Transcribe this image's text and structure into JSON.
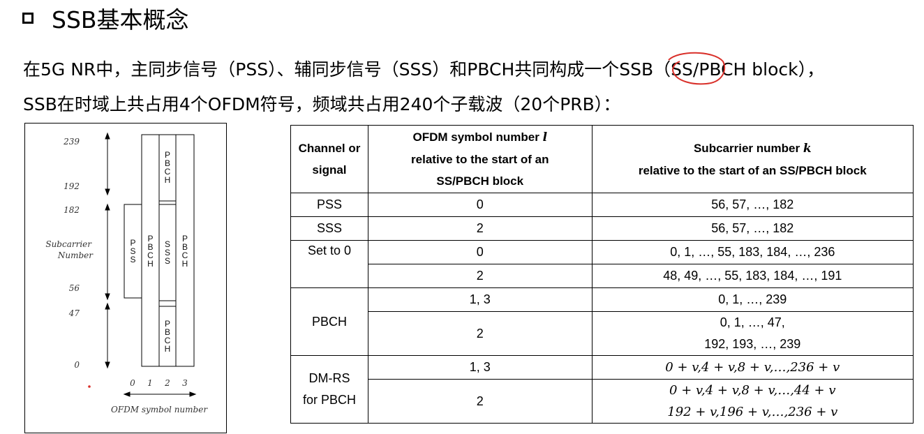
{
  "title": "SSB基本概念",
  "paragraph": {
    "line1": "在5G NR中，主同步信号（PSS）、辅同步信号（SSS）和PBCH共同构成一个SSB（SS/PBCH block），",
    "line2": "SSB在时域上共占用4个OFDM符号，频域共占用240个子载波（20个PRB）："
  },
  "diagram": {
    "y_ticks": [
      "239",
      "192",
      "182",
      "56",
      "47",
      "0"
    ],
    "y_label_line1": "Subcarrier",
    "y_label_line2": "Number",
    "x_ticks": [
      "0",
      "1",
      "2",
      "3"
    ],
    "x_label": "OFDM symbol number",
    "blocks": {
      "pss": "PSS",
      "pbch_col1": "PBCH",
      "pbch_top": "PBCH",
      "sss": "SSS",
      "pbch_bottom": "PBCH",
      "pbch_col3": "PBCH"
    }
  },
  "table": {
    "headers": {
      "col1": "Channel or signal",
      "col2_line1": "OFDM symbol number",
      "col2_symbol": "l",
      "col2_line2": "relative to the start of an",
      "col2_line3": "SS/PBCH block",
      "col3_line1": "Subcarrier number",
      "col3_symbol": "k",
      "col3_line2": "relative to the start of an  SS/PBCH block"
    },
    "rows": {
      "pss": {
        "channel": "PSS",
        "symbol": "0",
        "subcarrier": "56, 57, …, 182"
      },
      "sss": {
        "channel": "SSS",
        "symbol": "2",
        "subcarrier": "56, 57, …, 182"
      },
      "set0": {
        "channel": "Set to 0",
        "symbol_a": "0",
        "subcarrier_a": "0, 1, …, 55, 183, 184, …, 236",
        "symbol_b": "2",
        "subcarrier_b": "48, 49, …, 55, 183, 184, …, 191"
      },
      "pbch": {
        "channel": "PBCH",
        "symbol_a": "1, 3",
        "subcarrier_a": "0, 1, …, 239",
        "symbol_b": "2",
        "subcarrier_b_line1": "0, 1, …, 47,",
        "subcarrier_b_line2": "192, 193, …, 239"
      },
      "dmrs": {
        "channel_line1": "DM-RS",
        "channel_line2": "for PBCH",
        "symbol_a": "1, 3",
        "subcarrier_a": "0 + v,4 + v,8 + v,…,236 + v",
        "symbol_b": "2",
        "subcarrier_b_line1": "0 + v,4 + v,8 + v,…,44 + v",
        "subcarrier_b_line2": "192 + v,196 + v,…,236 + v"
      }
    }
  },
  "colors": {
    "annotation_red": "#d9302a"
  }
}
